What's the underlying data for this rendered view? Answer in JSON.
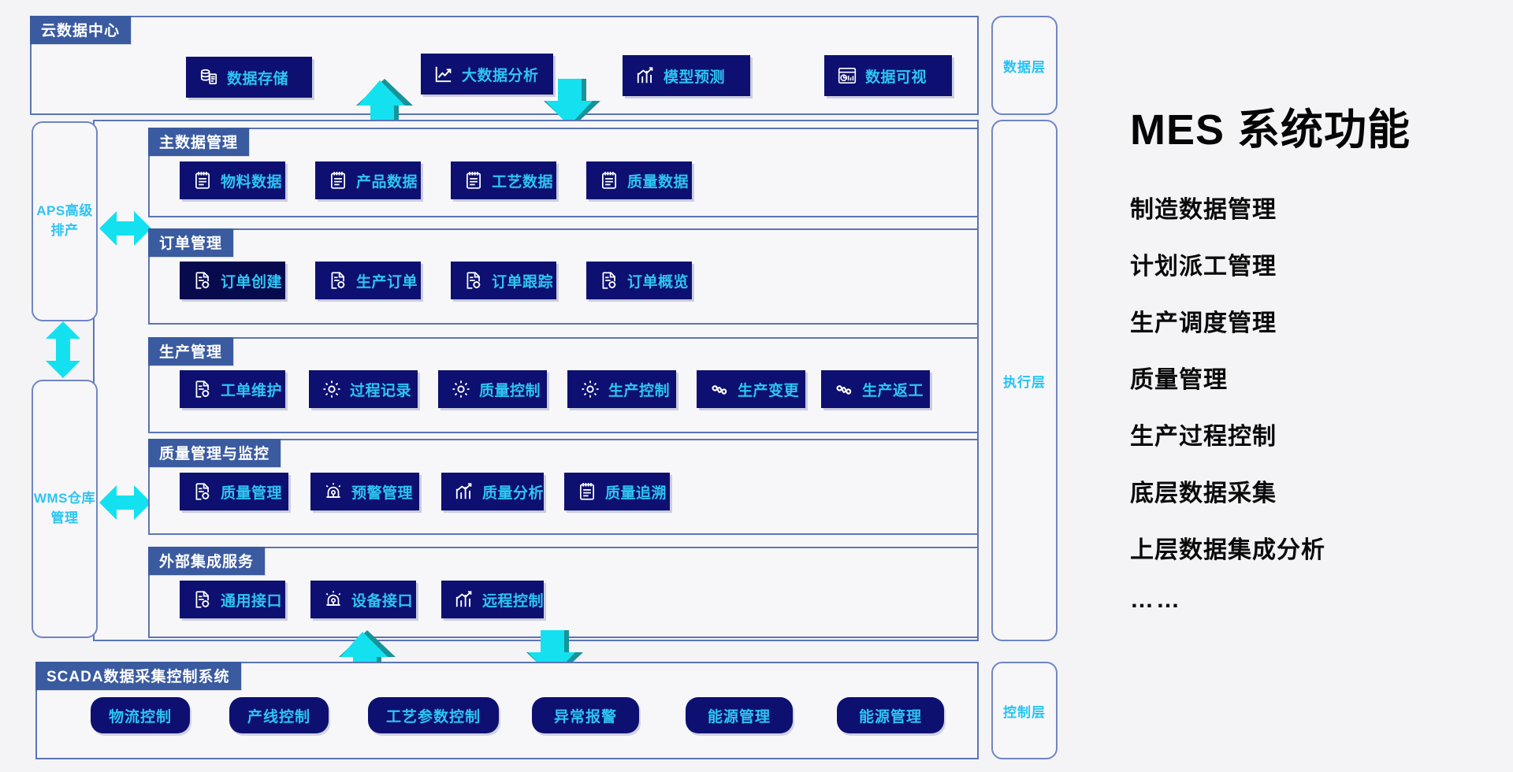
{
  "diagram": {
    "cloud_section": {
      "tag": "云数据中心",
      "layer_label": "数据层",
      "chips": [
        {
          "label": "数据存储",
          "icon": "database-icon"
        },
        {
          "label": "大数据分析",
          "icon": "chart-up-icon"
        },
        {
          "label": "模型预测",
          "icon": "bar-trend-icon"
        },
        {
          "label": "数据可视",
          "icon": "dashboard-icon"
        }
      ]
    },
    "execution_layer_label": "执行层",
    "control_layer_label": "控制层",
    "side_boxes": [
      {
        "name": "aps",
        "label": "APS高级排产"
      },
      {
        "name": "wms",
        "label": "WMS仓库管理"
      }
    ],
    "sections": [
      {
        "tag": "主数据管理",
        "chips": [
          {
            "label": "物料数据",
            "icon": "clipboard-icon"
          },
          {
            "label": "产品数据",
            "icon": "clipboard-icon"
          },
          {
            "label": "工艺数据",
            "icon": "clipboard-icon"
          },
          {
            "label": "质量数据",
            "icon": "clipboard-icon"
          }
        ]
      },
      {
        "tag": "订单管理",
        "chips": [
          {
            "label": "订单创建",
            "icon": "doc-gear-icon"
          },
          {
            "label": "生产订单",
            "icon": "doc-gear-icon"
          },
          {
            "label": "订单跟踪",
            "icon": "doc-gear-icon"
          },
          {
            "label": "订单概览",
            "icon": "doc-gear-icon"
          }
        ]
      },
      {
        "tag": "生产管理",
        "chips": [
          {
            "label": "工单维护",
            "icon": "doc-gear-icon"
          },
          {
            "label": "过程记录",
            "icon": "gear-icon"
          },
          {
            "label": "质量控制",
            "icon": "gear-icon"
          },
          {
            "label": "生产控制",
            "icon": "gear-icon"
          },
          {
            "label": "生产变更",
            "icon": "infinity-icon"
          },
          {
            "label": "生产返工",
            "icon": "infinity-icon"
          }
        ]
      },
      {
        "tag": "质量管理与监控",
        "chips": [
          {
            "label": "质量管理",
            "icon": "doc-gear-icon"
          },
          {
            "label": "预警管理",
            "icon": "alarm-icon"
          },
          {
            "label": "质量分析",
            "icon": "bar-trend-icon"
          },
          {
            "label": "质量追溯",
            "icon": "clipboard-icon"
          }
        ]
      },
      {
        "tag": "外部集成服务",
        "chips": [
          {
            "label": "通用接口",
            "icon": "doc-gear-icon"
          },
          {
            "label": "设备接口",
            "icon": "alarm-icon"
          },
          {
            "label": "远程控制",
            "icon": "bar-trend-icon"
          }
        ]
      }
    ],
    "scada_section": {
      "tag": "SCADA数据采集控制系统",
      "chips": [
        {
          "label": "物流控制"
        },
        {
          "label": "产线控制"
        },
        {
          "label": "工艺参数控制"
        },
        {
          "label": "异常报警"
        },
        {
          "label": "能源管理"
        },
        {
          "label": "能源管理"
        }
      ]
    }
  },
  "right_panel": {
    "title": "MES 系统功能",
    "items": [
      "制造数据管理",
      "计划派工管理",
      "生产调度管理",
      "质量管理",
      "生产过程控制",
      "底层数据采集",
      "上层数据集成分析",
      "……"
    ]
  },
  "colors": {
    "chip_bg": "#0d1070",
    "chip_text": "#2ec4f2",
    "tag_bg": "#3a5ba0",
    "panel_border": "#5b74b5",
    "arrow_cyan": "#14e1f0",
    "arrow_teal": "#16949a",
    "page_bg": "#f4f4f6"
  }
}
